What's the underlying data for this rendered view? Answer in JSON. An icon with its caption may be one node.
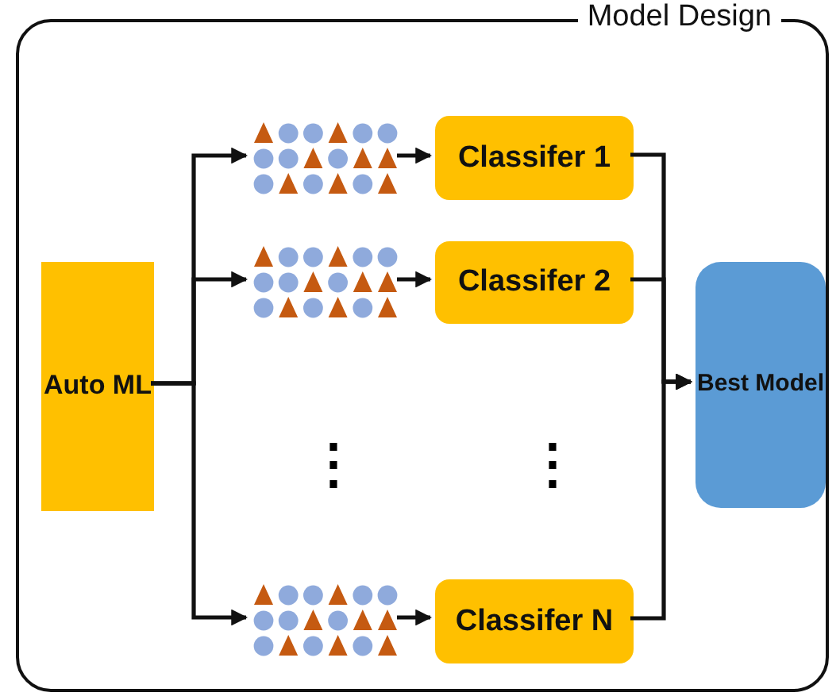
{
  "diagram": {
    "nodes": [
      {
        "text": [
          "Model Design"
        ]
      },
      {
        "text": [
          "Auto ML"
        ],
        "in": 0
      },
      {
        "text": [],
        "shape": "picture",
        "in": 0
      },
      {
        "text": [
          "Classifer 1"
        ],
        "in": 0
      },
      {
        "text": [],
        "shape": "picture",
        "in": 0
      },
      {
        "text": [
          "Classifer 2"
        ],
        "in": 0
      },
      {
        "text": [],
        "shape": "picture",
        "in": 0
      },
      {
        "text": [
          "Classifer N"
        ],
        "in": 0
      },
      {
        "text": [
          "Best Model"
        ],
        "in": 0
      }
    ],
    "edges": [
      {
        "from": 1,
        "to": 2,
        "arrow": "to"
      },
      {
        "from": 1,
        "to": 4,
        "arrow": "to"
      },
      {
        "from": 1,
        "to": 6,
        "arrow": "to"
      },
      {
        "from": 2,
        "to": 3,
        "arrow": "to"
      },
      {
        "from": 4,
        "to": 5,
        "arrow": "to"
      },
      {
        "from": 6,
        "to": 7,
        "arrow": "to"
      },
      {
        "from": 3,
        "to": 8,
        "arrow": "to"
      },
      {
        "from": 5,
        "to": 8,
        "arrow": "to"
      },
      {
        "from": 7,
        "to": 8,
        "arrow": "to"
      }
    ],
    "labels": [
      "⋮",
      "⋮"
    ]
  }
}
